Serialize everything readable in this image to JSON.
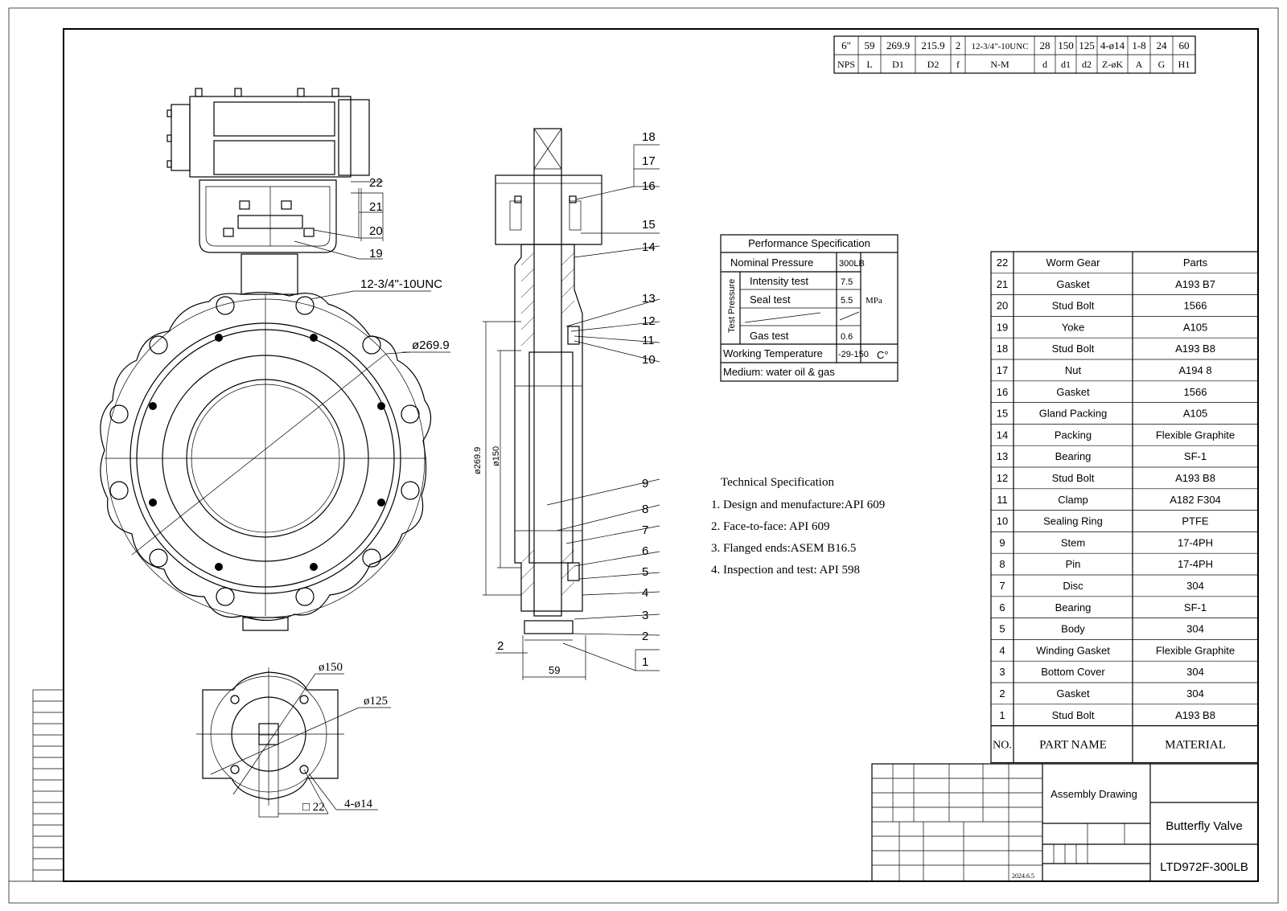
{
  "header_table": {
    "values": [
      "6\"",
      "59",
      "269.9",
      "215.9",
      "2",
      "12-3/4\"-10UNC",
      "28",
      "150",
      "125",
      "4-ø14",
      "1-8",
      "24",
      "60"
    ],
    "labels": [
      "NPS",
      "L",
      "D1",
      "D2",
      "f",
      "N-M",
      "d",
      "d1",
      "d2",
      "Z-øK",
      "A",
      "G",
      "H1"
    ]
  },
  "front_view": {
    "dim_bolt": "12-3/4\"-10UNC",
    "dim_d1": "ø269.9",
    "callouts": [
      "22",
      "21",
      "20",
      "19"
    ]
  },
  "bottom_view": {
    "dim_d1": "ø150",
    "dim_d2": "ø125",
    "dim_square": "□ 22",
    "dim_holes": "4-ø14"
  },
  "section_view": {
    "callouts": [
      "18",
      "17",
      "16",
      "15",
      "14",
      "13",
      "12",
      "11",
      "10",
      "9",
      "8",
      "7",
      "6",
      "5",
      "4",
      "3",
      "2",
      "1"
    ],
    "dim_vertical_1": "ø269.9",
    "dim_vertical_2": "ø150",
    "dim_f": "2",
    "dim_l": "59"
  },
  "performance_spec": {
    "title": "Performance Specification",
    "nominal_label": "Nominal Pressure",
    "nominal_value": "300LB",
    "group_label": "Test Pressure",
    "rows": [
      {
        "label": "Intensity test",
        "value": "7.5"
      },
      {
        "label": "Seal test",
        "value": "5.5"
      },
      {
        "label": "",
        "value": ""
      },
      {
        "label": "Gas test",
        "value": "0.6"
      }
    ],
    "unit": "MPa",
    "temp_label": "Working Temperature",
    "temp_value": "-29-150",
    "temp_unit": "C°",
    "medium": "Medium: water oil & gas"
  },
  "technical_spec": {
    "title": "Technical Specification",
    "items": [
      "1. Design and menufacture:API 609",
      "2. Face-to-face: API 609",
      "3. Flanged ends:ASEM B16.5",
      "4. Inspection and test: API 598"
    ]
  },
  "parts_list": {
    "header": {
      "no": "NO.",
      "name": "PART NAME",
      "material": "MATERIAL"
    },
    "rows": [
      {
        "no": "22",
        "name": "Worm Gear",
        "material": "Parts"
      },
      {
        "no": "21",
        "name": "Gasket",
        "material": "A193 B7"
      },
      {
        "no": "20",
        "name": "Stud Bolt",
        "material": "1566"
      },
      {
        "no": "19",
        "name": "Yoke",
        "material": "A105"
      },
      {
        "no": "18",
        "name": "Stud Bolt",
        "material": "A193 B8"
      },
      {
        "no": "17",
        "name": "Nut",
        "material": "A194 8"
      },
      {
        "no": "16",
        "name": "Gasket",
        "material": "1566"
      },
      {
        "no": "15",
        "name": "Gland Packing",
        "material": "A105"
      },
      {
        "no": "14",
        "name": "Packing",
        "material": "Flexible Graphite"
      },
      {
        "no": "13",
        "name": "Bearing",
        "material": "SF-1"
      },
      {
        "no": "12",
        "name": "Stud Bolt",
        "material": "A193 B8"
      },
      {
        "no": "11",
        "name": "Clamp",
        "material": "A182 F304"
      },
      {
        "no": "10",
        "name": "Sealing Ring",
        "material": "PTFE"
      },
      {
        "no": "9",
        "name": "Stem",
        "material": "17-4PH"
      },
      {
        "no": "8",
        "name": "Pin",
        "material": "17-4PH"
      },
      {
        "no": "7",
        "name": "Disc",
        "material": "304"
      },
      {
        "no": "6",
        "name": "Bearing",
        "material": "SF-1"
      },
      {
        "no": "5",
        "name": "Body",
        "material": "304"
      },
      {
        "no": "4",
        "name": "Winding Gasket",
        "material": "Flexible Graphite"
      },
      {
        "no": "3",
        "name": "Bottom Cover",
        "material": "304"
      },
      {
        "no": "2",
        "name": "Gasket",
        "material": "304"
      },
      {
        "no": "1",
        "name": "Stud Bolt",
        "material": "A193 B8"
      }
    ]
  },
  "title_block": {
    "drawing_type": "Assembly Drawing",
    "product": "Butterfly Valve",
    "model": "LTD972F-300LB",
    "date": "2024.6.5"
  }
}
